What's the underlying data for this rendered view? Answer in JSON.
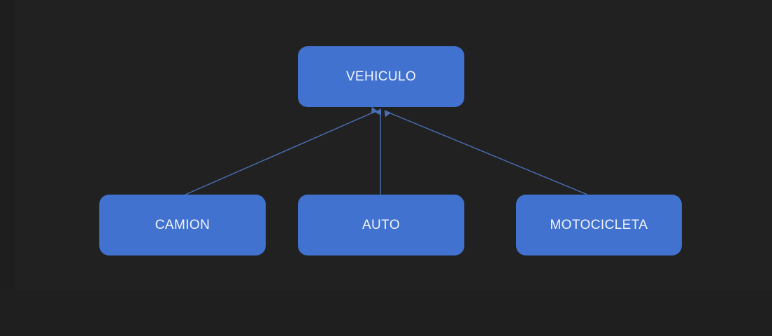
{
  "diagram": {
    "type": "inheritance-hierarchy",
    "background_color": "#1e1e1e",
    "node_color": "#4172cf",
    "edge_color": "#4a6fb5",
    "label_color": "#f2f5fa",
    "nodes": [
      {
        "id": "vehiculo",
        "label": "VEHICULO"
      },
      {
        "id": "camion",
        "label": "CAMION"
      },
      {
        "id": "auto",
        "label": "AUTO"
      },
      {
        "id": "motocicleta",
        "label": "MOTOCICLETA"
      }
    ],
    "edges": [
      {
        "from": "camion",
        "to": "vehiculo",
        "arrow": "target"
      },
      {
        "from": "auto",
        "to": "vehiculo",
        "arrow": "target"
      },
      {
        "from": "motocicleta",
        "to": "vehiculo",
        "arrow": "target"
      }
    ]
  }
}
